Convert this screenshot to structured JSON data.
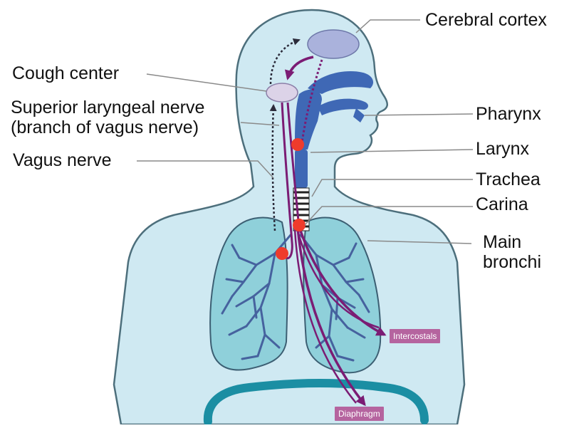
{
  "labels": {
    "cerebral_cortex": "Cerebral cortex",
    "cough_center": "Cough center",
    "superior_laryngeal_nerve": "Superior laryngeal nerve\n(branch of vagus nerve)",
    "vagus_nerve": "Vagus nerve",
    "pharynx": "Pharynx",
    "larynx": "Larynx",
    "trachea": "Trachea",
    "carina": "Carina",
    "main_bronchi": "Main\nbronchi"
  },
  "tags": {
    "intercostals": "Intercostals",
    "diaphragm": "Diaphragm"
  },
  "colors": {
    "body_fill": "#cfe9f2",
    "body_stroke": "#4d6f7c",
    "lung_fill": "#8fd0da",
    "airway": "#3f68b5",
    "bronchi_tree": "#46629e",
    "nerve": "#7b1c74",
    "nerve_dark": "#2b2b3a",
    "receptor": "#ef3b2c",
    "brain_region": "#aab2dc",
    "cough_center_fill": "#dcd3e8",
    "tag_bg": "#b5649f",
    "diaphragm": "#1b8ea3",
    "leader_line": "#8a8a8a"
  }
}
